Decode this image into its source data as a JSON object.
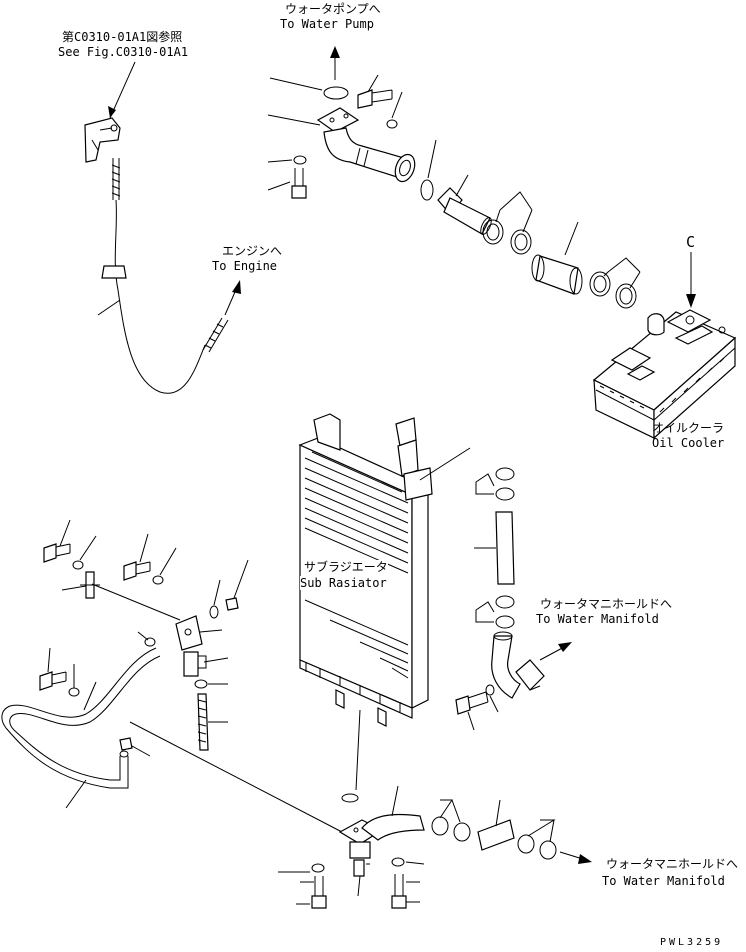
{
  "labels": {
    "fig_ref_jp": "第C0310-01A1図参照",
    "fig_ref_en": "See Fig.C0310-01A1",
    "water_pump_jp": "ウォータポンプへ",
    "water_pump_en": "To Water Pump",
    "engine_jp": "エンジンへ",
    "engine_en": "To Engine",
    "view_c": "C",
    "oil_cooler_jp": "オイルクーラ",
    "oil_cooler_en": "Oil Cooler",
    "sub_radiator_jp": "サブラジエータ",
    "sub_radiator_en": "Sub Rasiator",
    "manifold_1_jp": "ウォータマニホールドへ",
    "manifold_1_en": "To Water Manifold",
    "manifold_2_jp": "ウォータマニホールドへ",
    "manifold_2_en": "To Water Manifold",
    "drawing_number": "PWL3259"
  }
}
